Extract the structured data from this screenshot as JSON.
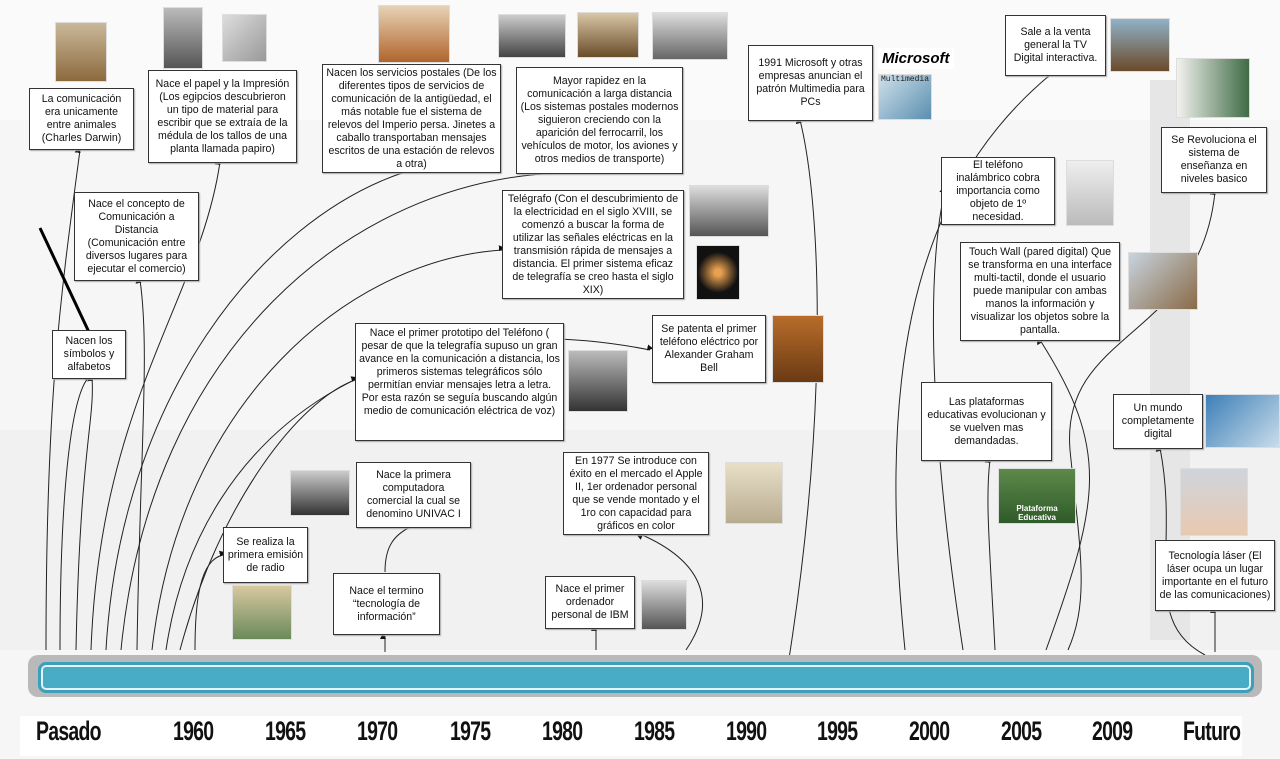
{
  "events": [
    {
      "text": "La comunicación era unicamente entre animales (Charles Darwin)"
    },
    {
      "text": "Nace el papel y la Impresión (Los egipcios descubrieron un tipo de material para escribir que se extraía de la médula de los tallos de una planta llamada papiro)"
    },
    {
      "text": "Nacen los servicios postales (De los diferentes tipos de servicios de comunicación de la antigüedad, el más notable fue el sistema de relevos del Imperio persa. Jinetes a caballo transportaban mensajes escritos de una estación de relevos a otra)"
    },
    {
      "text": "Mayor rapidez en la comunicación a larga distancia (Los sistemas postales modernos siguieron creciendo con la aparición del ferrocarril, los vehículos de motor, los aviones y otros medios de transporte)"
    },
    {
      "text": "1991 Microsoft y otras empresas anuncian el patrón Multimedia para PCs"
    },
    {
      "text": "Sale a la venta general la TV Digital interactiva."
    },
    {
      "text": "Se Revoluciona el sistema de enseñanza en niveles basico"
    },
    {
      "text": "El teléfono inalámbrico cobra importancia como objeto de 1º necesidad."
    },
    {
      "text": "Touch Wall (pared digital) Que se transforma en una interface multi-tactil, donde el usuario puede manipular con ambas manos la información y visualizar los objetos sobre la pantalla."
    },
    {
      "text": "Nace el concepto de Comunicación a Distancia (Comunicación entre diversos lugares para ejecutar el comercio)"
    },
    {
      "text": "Nacen los símbolos y alfabetos"
    },
    {
      "text": "Telégrafo (Con el descubrimiento de la electricidad en el siglo XVIII, se comenzó a buscar la forma de utilizar las señales eléctricas en la transmisión rápida de mensajes a distancia. El primer sistema eficaz de telegrafía se creo hasta el siglo XIX)"
    },
    {
      "text": "Se patenta el primer teléfono eléctrico por Alexander Graham Bell"
    },
    {
      "text": "Nace el primer prototipo del Teléfono ( pesar de que la telegrafía supuso un gran avance en la comunicación a distancia, los primeros sistemas telegráficos sólo permitían enviar mensajes letra a letra. Por esta razón se seguía buscando algún medio de comunicación eléctrica de voz)"
    },
    {
      "text": "Nace la primera computadora comercial la cual se denomino UNIVAC I"
    },
    {
      "text": "Se realiza la primera emisión de radio"
    },
    {
      "text": "Nace el termino “tecnología de información”"
    },
    {
      "text": "En 1977 Se introduce con éxito en el mercado el Apple II, 1er ordenador personal que se vende montado y el 1ro con capacidad para gráficos en color"
    },
    {
      "text": "Nace el primer ordenador personal de IBM"
    },
    {
      "text": "Las plataformas educativas evolucionan y se vuelven mas demandadas."
    },
    {
      "text": "Un mundo completamente digital"
    },
    {
      "text": "Tecnología láser (El láser ocupa un lugar importante en el futuro de las comunicaciones)"
    }
  ],
  "timeline": {
    "labels": [
      "Pasado",
      "1960",
      "1965",
      "1970",
      "1975",
      "1980",
      "1985",
      "1990",
      "1995",
      "2000",
      "2005",
      "2009",
      "Futuro"
    ],
    "bar_color": "#48acc6"
  },
  "logos": {
    "microsoft": "Microsoft",
    "multimedia": "Multimedia",
    "plataforma": "Plataforma Educativa"
  }
}
